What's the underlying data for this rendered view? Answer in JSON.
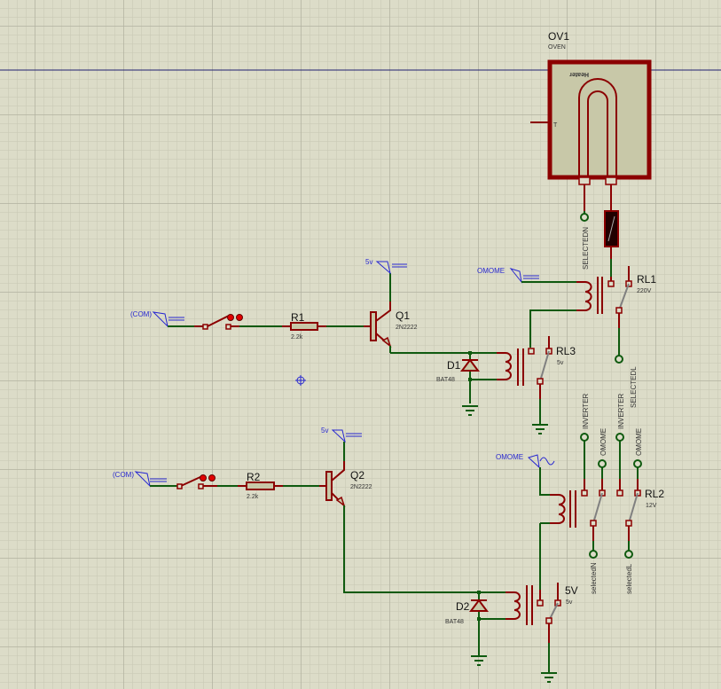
{
  "oven": {
    "ref": "OV1",
    "type": "OVEN",
    "element": "Heater",
    "pin_t": "T"
  },
  "terminals": {
    "selected_n_top": "SELECTEDN",
    "selected_l_top": "SELECTEDL",
    "inverter_1": "INVERTER",
    "inverter_2": "INVERTER",
    "omome_1": "OMOME",
    "omome_2": "OMOME",
    "selected_n": "selectedN",
    "selected_l": "selectedL"
  },
  "nets": {
    "com1": "(COM)",
    "com2": "(COM)",
    "v5_q1": "5v",
    "v5_q2": "5v",
    "omome_rl1": "OMOME",
    "omome_rl2": "OMOME"
  },
  "resistors": [
    {
      "ref": "R1",
      "value": "2.2k"
    },
    {
      "ref": "R2",
      "value": "2.2k"
    }
  ],
  "transistors": [
    {
      "ref": "Q1",
      "value": "2N2222"
    },
    {
      "ref": "Q2",
      "value": "2N2222"
    }
  ],
  "diodes": [
    {
      "ref": "D1",
      "value": "BAT48"
    },
    {
      "ref": "D2",
      "value": "BAT48"
    }
  ],
  "relays": [
    {
      "ref": "RL1",
      "value": "220V"
    },
    {
      "ref": "RL3",
      "value": "5v"
    },
    {
      "ref": "RL2",
      "value": "12V"
    },
    {
      "ref": "5V",
      "value": "5v"
    }
  ],
  "colors": {
    "wire": "#0f5a0f",
    "component": "#8b0000",
    "background": "#dcdcc8",
    "net_label": "#2828d0"
  }
}
